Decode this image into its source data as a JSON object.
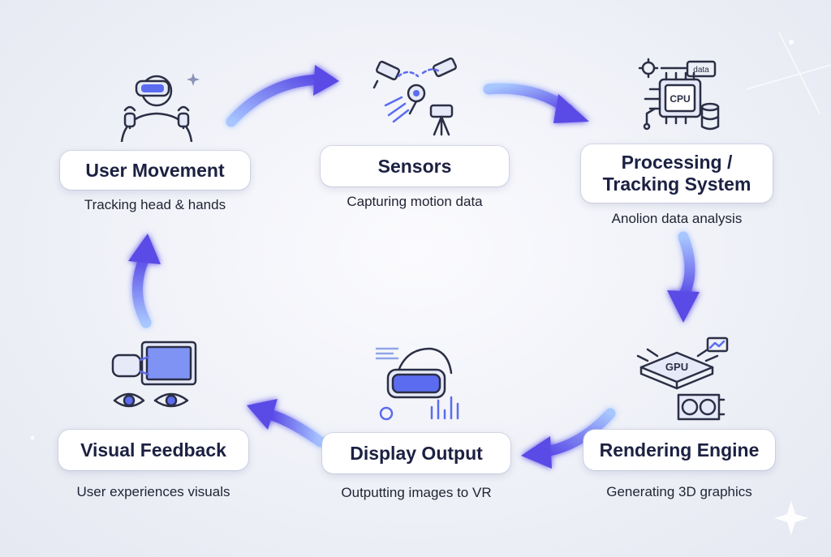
{
  "nodes": [
    {
      "id": "user-movement",
      "title": "User Movement",
      "subtitle": "Tracking head & hands",
      "icon": "vr-user-icon"
    },
    {
      "id": "sensors",
      "title": "Sensors",
      "subtitle": "Capturing motion data",
      "icon": "sensor-cameras-icon"
    },
    {
      "id": "processing",
      "title": "Processing /\nTracking System",
      "subtitle": "Anolion data analysis",
      "icon": "cpu-icon"
    },
    {
      "id": "rendering",
      "title": "Rendering Engine",
      "subtitle": "Generating 3D graphics",
      "icon": "gpu-icon"
    },
    {
      "id": "display",
      "title": "Display Output",
      "subtitle": "Outputting images to VR",
      "icon": "vr-headset-icon"
    },
    {
      "id": "feedback",
      "title": "Visual Feedback",
      "subtitle": "User experiences visuals",
      "icon": "eyes-display-icon"
    }
  ],
  "icon_labels": {
    "cpu": "CPU",
    "gpu": "GPU",
    "data": "data"
  },
  "colors": {
    "title_text": "#1c2142",
    "arrow_start": "#8fb4ff",
    "arrow_end": "#5a4be6",
    "icon_stroke": "#2b2f45",
    "icon_accent": "#5b6cf0"
  }
}
